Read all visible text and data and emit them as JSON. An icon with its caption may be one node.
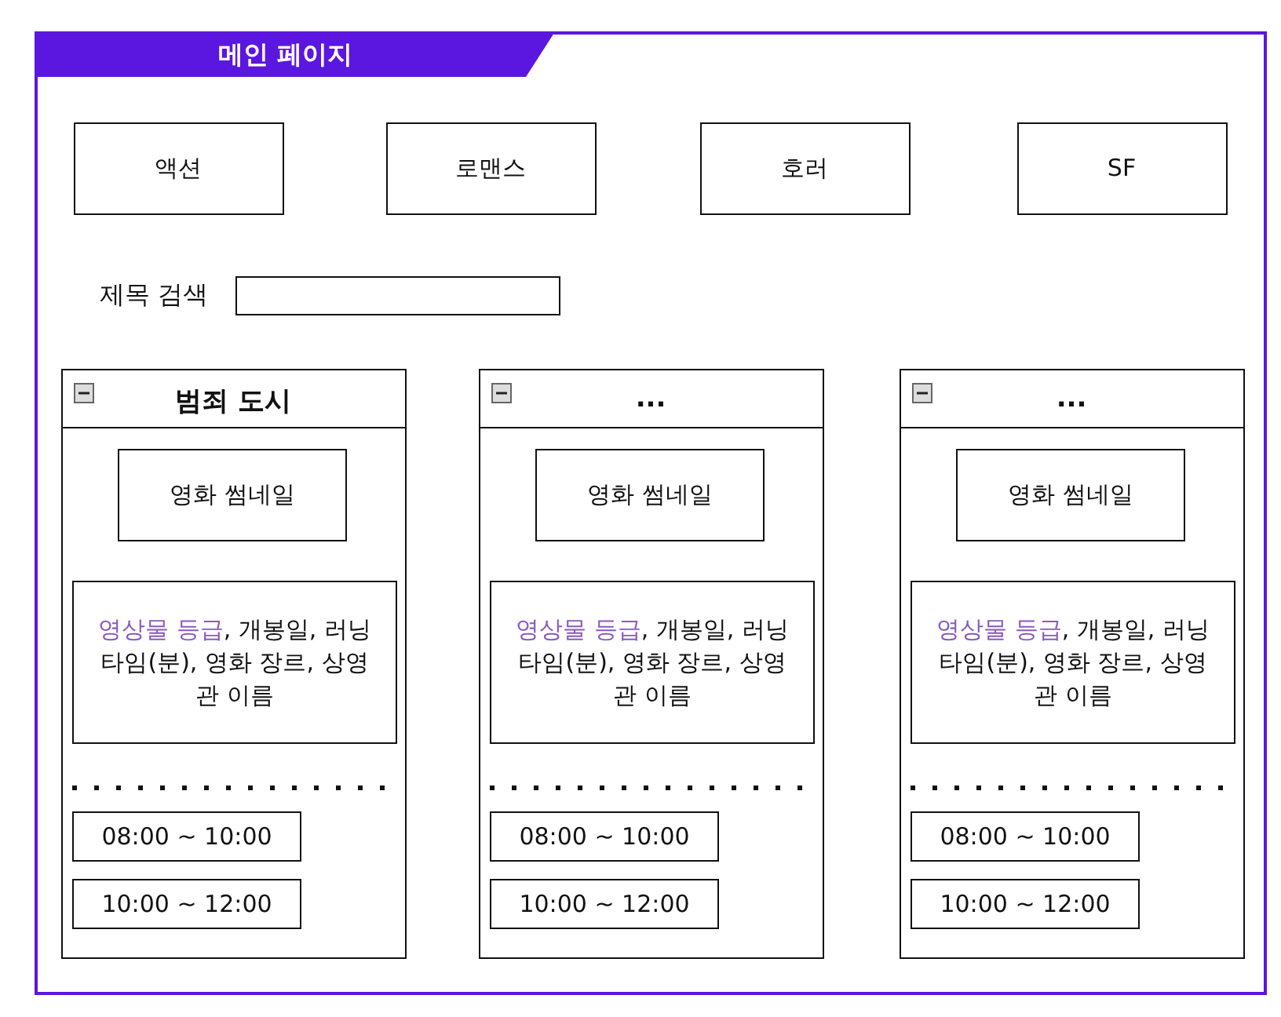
{
  "diagram": {
    "nodes": [
      {
        "text": [
          "메인 페이지"
        ]
      },
      {
        "text": [
          "액션"
        ],
        "in": 0
      },
      {
        "text": [
          "로맨스"
        ],
        "in": 0
      },
      {
        "text": [
          "호러"
        ],
        "in": 0
      },
      {
        "text": [
          "SF"
        ],
        "in": 0
      },
      {
        "text": [],
        "shape": "box",
        "in": 0,
        "beside": [
          "제목 검색"
        ]
      },
      {
        "text": [
          "범죄 도시"
        ],
        "in": 0
      },
      {
        "text": [
          "영화 썸네일"
        ],
        "in": 6
      },
      {
        "text": [
          "영상물 등급, 개봉일, 러닝 타임(분), 영화 장르, 상영관 이름"
        ],
        "in": 6
      },
      {
        "text": [
          "08:00 ~ 10:00"
        ],
        "in": 6
      },
      {
        "text": [
          "10:00 ~ 12:00"
        ],
        "in": 6
      },
      {
        "text": [
          "..."
        ],
        "in": 0
      },
      {
        "text": [
          "영화 썸네일"
        ],
        "in": 11
      },
      {
        "text": [
          "영상물 등급, 개봉일, 러닝 타임(분), 영화 장르, 상영관 이름"
        ],
        "in": 11
      },
      {
        "text": [
          "08:00 ~ 10:00"
        ],
        "in": 11
      },
      {
        "text": [
          "10:00 ~ 12:00"
        ],
        "in": 11
      },
      {
        "text": [
          "..."
        ],
        "in": 0
      },
      {
        "text": [
          "영화 썸네일"
        ],
        "in": 16
      },
      {
        "text": [
          "영상물 등급, 개봉일, 러닝 타임(분), 영화 장르, 상영관 이름"
        ],
        "in": 16
      },
      {
        "text": [
          "08:00 ~ 10:00"
        ],
        "in": 16
      },
      {
        "text": [
          "10:00 ~ 12:00"
        ],
        "in": 16
      }
    ]
  }
}
